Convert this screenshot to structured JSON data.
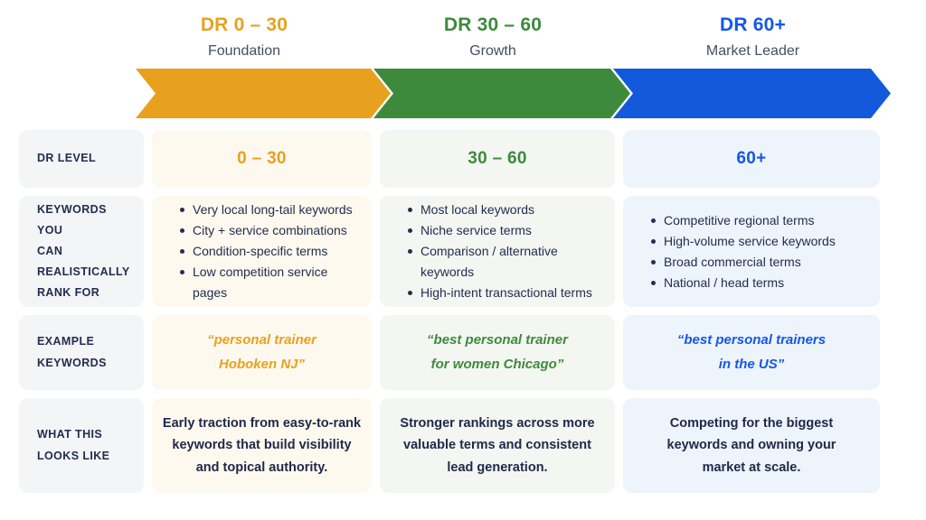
{
  "stages": [
    {
      "dr_range": "DR 0 – 30",
      "name": "Foundation",
      "arrow_color": "#E8A11E",
      "text_color": "#E8A11E"
    },
    {
      "dr_range": "DR 30 – 60",
      "name": "Growth",
      "arrow_color": "#3E8A3C",
      "text_color": "#3E8A3C"
    },
    {
      "dr_range": "DR 60+",
      "name": "Market Leader",
      "arrow_color": "#1259DB",
      "text_color": "#1457E8"
    }
  ],
  "table": {
    "row_labels": {
      "dr_level": "DR LEVEL",
      "keywords": "KEYWORDS YOU\nCAN REALISTICALLY\nRANK FOR",
      "examples": "EXAMPLE\nKEYWORDS",
      "outcome": "WHAT THIS\nLOOKS LIKE"
    },
    "dr_level_values": [
      "0 – 30",
      "30 – 60",
      "60+"
    ],
    "keywords_values": [
      [
        "Very local long-tail keywords",
        "City + service combinations",
        "Condition-specific terms",
        "Low competition service pages"
      ],
      [
        "Most local keywords",
        "Niche service terms",
        "Comparison / alternative keywords",
        "High-intent transactional terms"
      ],
      [
        "Competitive regional terms",
        "High-volume service keywords",
        "Broad commercial terms",
        "National / head terms"
      ]
    ],
    "example_values": [
      "“personal trainer\nHoboken NJ”",
      "“best personal trainer\nfor women Chicago”",
      "“best personal trainers\nin the US”"
    ],
    "outcome_values": [
      "Early traction from easy-to-rank\nkeywords that build visibility\nand topical authority.",
      "Stronger rankings across more\nvaluable terms and consistent\nlead generation.",
      "Competing for the biggest\nkeywords and owning your\nmarket at scale."
    ]
  },
  "colors": {
    "label_bg": "#F4F5F7",
    "col1_bg": "#FEF9EE",
    "col2_bg": "#F3F6F1",
    "col3_bg": "#EEF4FB",
    "navy_text": "#232D4F",
    "subtitle_text": "#454F63"
  }
}
